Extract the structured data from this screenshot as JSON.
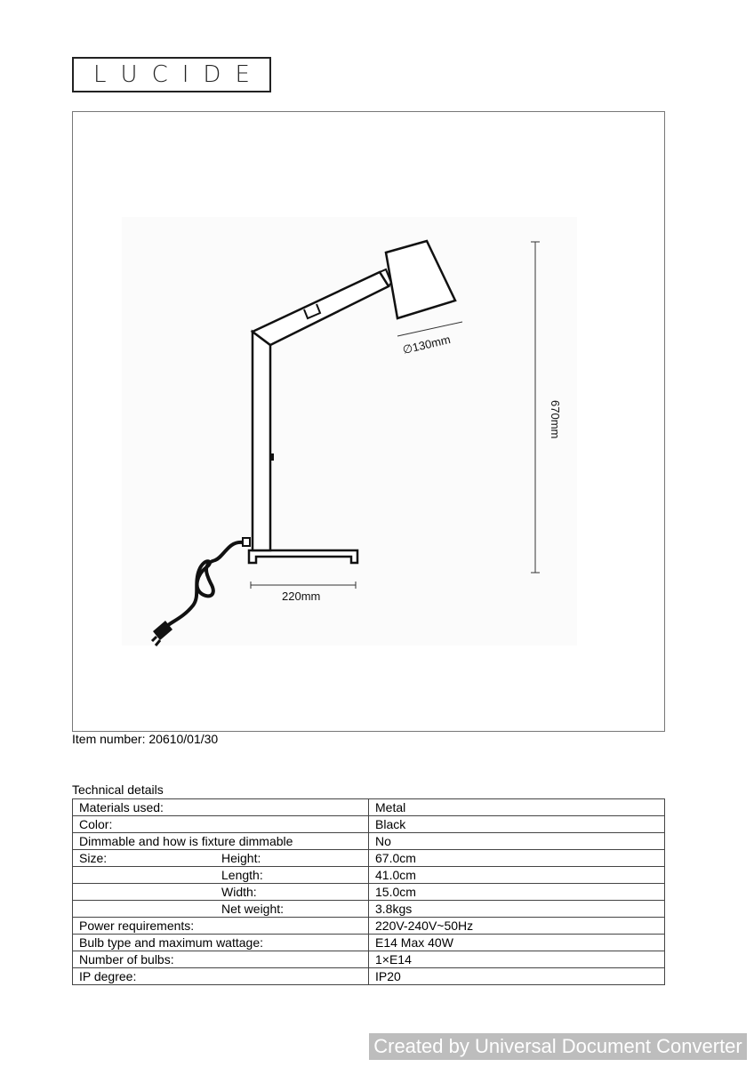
{
  "logo": {
    "letters": [
      "L",
      "U",
      "C",
      "I",
      "D",
      "E"
    ]
  },
  "drawing": {
    "diameter_label": "∅130mm",
    "height_label": "670mm",
    "base_label": "220mm"
  },
  "item_number": "Item number: 20610/01/30",
  "technical_details": {
    "title": "Technical details",
    "rows": [
      {
        "label": "Materials used:",
        "sub": "",
        "value": "Metal"
      },
      {
        "label": "Color:",
        "sub": "",
        "value": "Black"
      },
      {
        "label": "Dimmable and how is fixture dimmable",
        "sub": "",
        "value": "No"
      },
      {
        "label": "Size:",
        "sub": "Height:",
        "value": "67.0cm"
      },
      {
        "label": "",
        "sub": "Length:",
        "value": "41.0cm"
      },
      {
        "label": "",
        "sub": "Width:",
        "value": "15.0cm"
      },
      {
        "label": "",
        "sub": "Net weight:",
        "value": "3.8kgs"
      },
      {
        "label": "Power requirements:",
        "sub": "",
        "value": "220V-240V~50Hz"
      },
      {
        "label": "Bulb type and maximum wattage:",
        "sub": "",
        "value": "E14 Max 40W"
      },
      {
        "label": "Number of bulbs:",
        "sub": "",
        "value": "1×E14"
      },
      {
        "label": "IP degree:",
        "sub": "",
        "value": "IP20"
      }
    ]
  },
  "watermark": "Created by Universal Document Converter"
}
